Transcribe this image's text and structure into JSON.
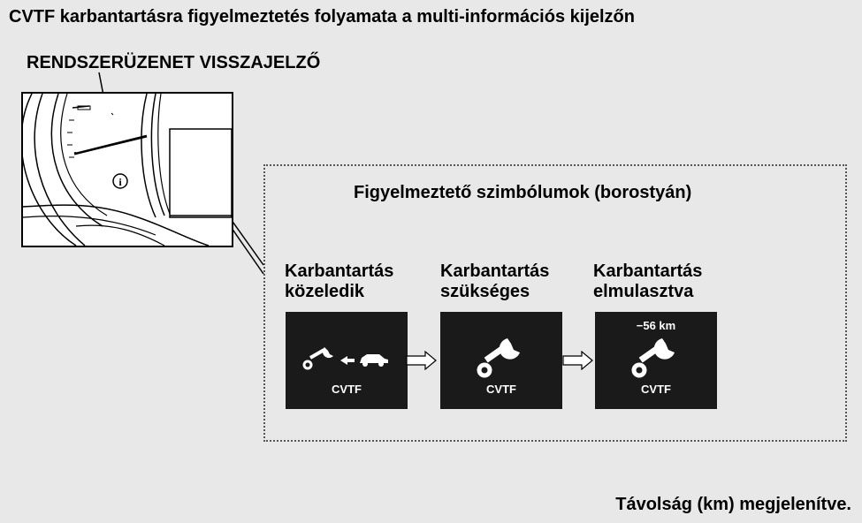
{
  "title": "CVTF karbantartásra figyelmeztetés folyamata a multi-információs kijelzőn",
  "callout_label": "RENDSZERÜZENET VISSZAJELZŐ",
  "panel_heading": "Figyelmeztető szimbólumok (borostyán)",
  "colors": {
    "background": "#e8e8e8",
    "display_bg": "#1a1a1a",
    "display_fg": "#ffffff",
    "panel_border": "#555555"
  },
  "steps": [
    {
      "label_line1": "Karbantartás",
      "label_line2": "közeledik",
      "icon": "wrench-arrow-car-icon",
      "display_text": "CVTF"
    },
    {
      "label_line1": "Karbantartás",
      "label_line2": "szükséges",
      "icon": "wrench-icon",
      "display_text": "CVTF"
    },
    {
      "label_line1": "Karbantartás",
      "label_line2": "elmulasztva",
      "icon": "wrench-icon",
      "display_text": "CVTF",
      "distance": "−56 km"
    }
  ],
  "footnote": "Távolság (km) megjelenítve."
}
